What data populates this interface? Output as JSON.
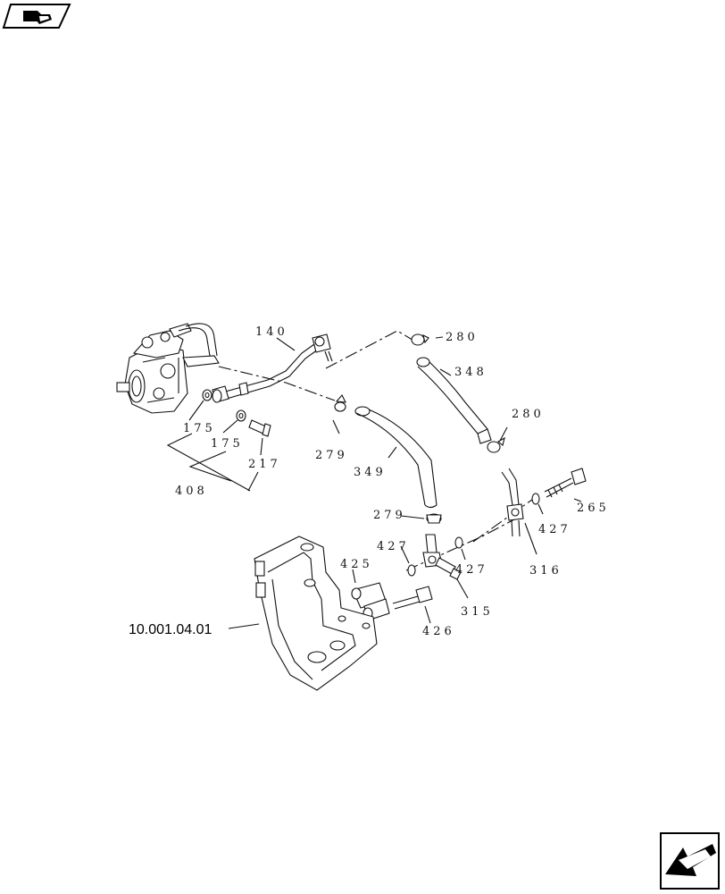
{
  "diagram": {
    "parts": [
      {
        "id": "p140",
        "label": "140"
      },
      {
        "id": "p280a",
        "label": "280"
      },
      {
        "id": "p348",
        "label": "348"
      },
      {
        "id": "p280b",
        "label": "280"
      },
      {
        "id": "p175a",
        "label": "175"
      },
      {
        "id": "p175b",
        "label": "175"
      },
      {
        "id": "p217",
        "label": "217"
      },
      {
        "id": "p408",
        "label": "408"
      },
      {
        "id": "p279a",
        "label": "279"
      },
      {
        "id": "p349",
        "label": "349"
      },
      {
        "id": "p265",
        "label": "265"
      },
      {
        "id": "p427a",
        "label": "427"
      },
      {
        "id": "p279b",
        "label": "279"
      },
      {
        "id": "p427b",
        "label": "427"
      },
      {
        "id": "p427c",
        "label": "427"
      },
      {
        "id": "p316",
        "label": "316"
      },
      {
        "id": "p425",
        "label": "425"
      },
      {
        "id": "p315",
        "label": "315"
      },
      {
        "id": "p426",
        "label": "426"
      }
    ],
    "reference": "10.001.04.01"
  },
  "nav": {
    "top_icon": "book-page-icon",
    "bottom_icon": "previous-page-arrow-icon"
  }
}
